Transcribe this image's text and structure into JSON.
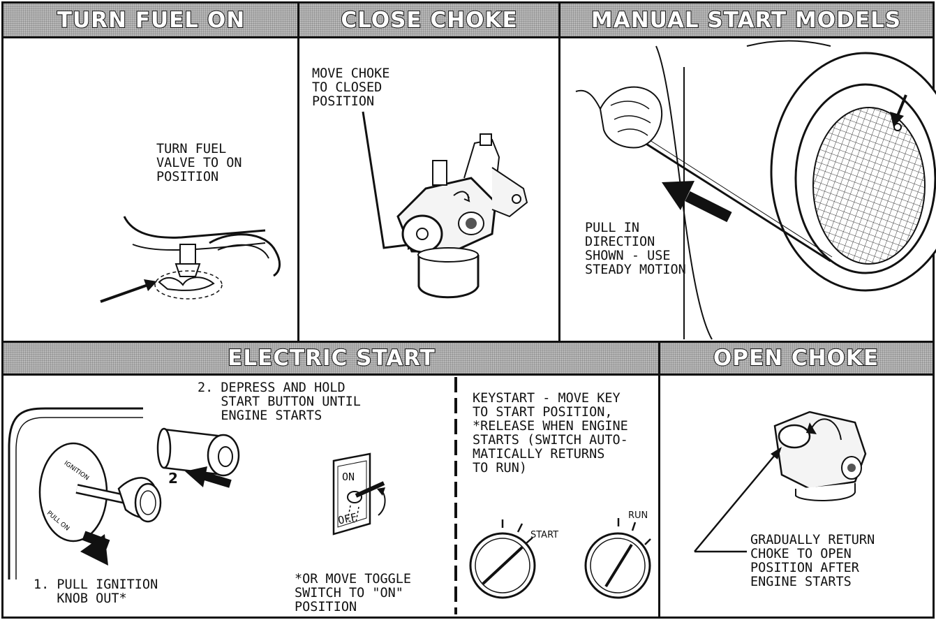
{
  "top_panels": [
    {
      "title": "TURN FUEL ON",
      "caption": "TURN FUEL\nVALVE TO ON\nPOSITION"
    },
    {
      "title": "CLOSE CHOKE",
      "caption": "MOVE CHOKE\nTO CLOSED\nPOSITION"
    },
    {
      "title": "MANUAL START MODELS",
      "caption": "PULL IN\nDIRECTION\nSHOWN - USE\nSTEADY MOTION"
    }
  ],
  "electric_start": {
    "title": "ELECTRIC START",
    "step2": "2. DEPRESS AND HOLD\n   START BUTTON UNTIL\n   ENGINE STARTS",
    "step1": "1. PULL IGNITION\n   KNOB OUT*",
    "toggle": "*OR MOVE TOGGLE\nSWITCH TO \"ON\"\nPOSITION",
    "keystart": "KEYSTART - MOVE KEY\nTO START POSITION,\n*RELEASE WHEN ENGINE\nSTARTS (SWITCH AUTO-\nMATICALLY RETURNS\nTO RUN)",
    "knob_text_top": "IGNITION",
    "knob_text_bottom": "PULL ON",
    "number_2": "2",
    "toggle_on": "ON",
    "toggle_off": "OFF",
    "key_start_label": "START",
    "key_run_label": "RUN"
  },
  "open_choke": {
    "title": "OPEN CHOKE",
    "caption": "GRADUALLY RETURN\nCHOKE TO OPEN\nPOSITION AFTER\nENGINE STARTS"
  }
}
